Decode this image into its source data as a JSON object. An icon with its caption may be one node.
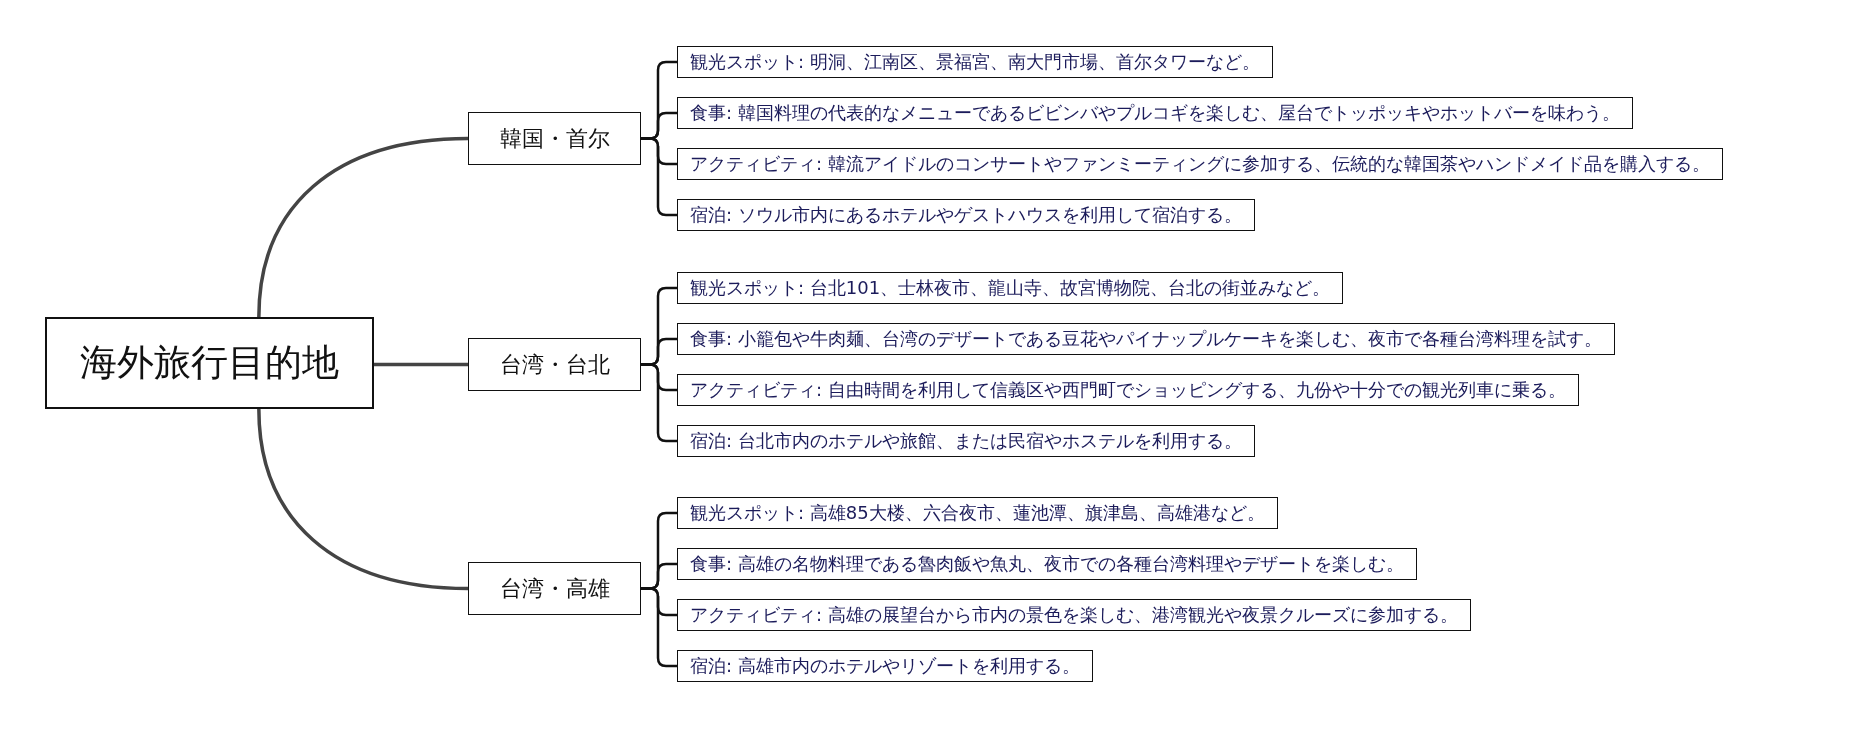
{
  "diagram": {
    "nodes": [
      {
        "text": [
          "海外旅行目的地"
        ]
      },
      {
        "text": [
          "韓国・首尔"
        ]
      },
      {
        "text": [
          "観光スポット: 明洞、江南区、景福宮、南大門市場、首尔タワーなど。"
        ]
      },
      {
        "text": [
          "食事: 韓国料理の代表的なメニューであるビビンバやプルコギを楽しむ、屋台でトッポッキやホットバーを味わう。"
        ]
      },
      {
        "text": [
          "アクティビティ: 韓流アイドルのコンサートやファンミーティングに参加する、伝統的な韓国茶やハンドメイド品を購入する。"
        ]
      },
      {
        "text": [
          "宿泊: ソウル市内にあるホテルやゲストハウスを利用して宿泊する。"
        ]
      },
      {
        "text": [
          "台湾・台北"
        ]
      },
      {
        "text": [
          "観光スポット: 台北101、士林夜市、龍山寺、故宮博物院、台北の街並みなど。"
        ]
      },
      {
        "text": [
          "食事: 小籠包や牛肉麺、台湾のデザートである豆花やパイナップルケーキを楽しむ、夜市で各種台湾料理を試す。"
        ]
      },
      {
        "text": [
          "アクティビティ: 自由時間を利用して信義区や西門町でショッピングする、九份や十分での観光列車に乗る。"
        ]
      },
      {
        "text": [
          "宿泊: 台北市内のホテルや旅館、または民宿やホステルを利用する。"
        ]
      },
      {
        "text": [
          "台湾・高雄"
        ]
      },
      {
        "text": [
          "観光スポット: 高雄85大楼、六合夜市、蓮池潭、旗津島、高雄港など。"
        ]
      },
      {
        "text": [
          "食事: 高雄の名物料理である魯肉飯や魚丸、夜市での各種台湾料理やデザートを楽しむ。"
        ]
      },
      {
        "text": [
          "アクティビティ: 高雄の展望台から市内の景色を楽しむ、港湾観光や夜景クルーズに参加する。"
        ]
      },
      {
        "text": [
          "宿泊: 高雄市内のホテルやリゾートを利用する。"
        ]
      }
    ],
    "edges": [
      {
        "from": 0,
        "to": 1,
        "arrow": "none",
        "color": "#444444"
      },
      {
        "from": 0,
        "to": 6,
        "arrow": "none",
        "color": "#444444"
      },
      {
        "from": 0,
        "to": 11,
        "arrow": "none",
        "color": "#444444"
      },
      {
        "from": 1,
        "to": 2,
        "arrow": "none"
      },
      {
        "from": 1,
        "to": 3,
        "arrow": "none"
      },
      {
        "from": 1,
        "to": 4,
        "arrow": "none"
      },
      {
        "from": 1,
        "to": 5,
        "arrow": "none"
      },
      {
        "from": 6,
        "to": 7,
        "arrow": "none"
      },
      {
        "from": 6,
        "to": 8,
        "arrow": "none"
      },
      {
        "from": 6,
        "to": 9,
        "arrow": "none"
      },
      {
        "from": 6,
        "to": 10,
        "arrow": "none"
      },
      {
        "from": 11,
        "to": 12,
        "arrow": "none"
      },
      {
        "from": 11,
        "to": 13,
        "arrow": "none"
      },
      {
        "from": 11,
        "to": 14,
        "arrow": "none"
      },
      {
        "from": 11,
        "to": 15,
        "arrow": "none"
      }
    ]
  }
}
